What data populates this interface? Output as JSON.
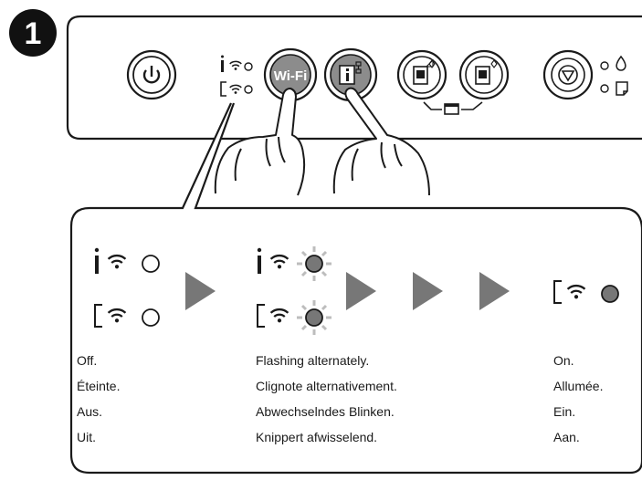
{
  "step": {
    "number": "1"
  },
  "panel": {
    "wifi_button_label": "Wi-Fi",
    "colors": {
      "button_gray": "#8c8c8c",
      "light_off": "#ffffff",
      "light_on": "#777777",
      "outline": "#1a1a1a"
    }
  },
  "states": {
    "off": {
      "lines": [
        "Off.",
        "Éteinte.",
        "Aus.",
        "Uit."
      ]
    },
    "flashing": {
      "lines": [
        "Flashing alternately.",
        "Clignote alternativement.",
        "Abwechselndes Blinken.",
        "Knippert afwisselend."
      ]
    },
    "on": {
      "lines": [
        "On.",
        "Allumée.",
        "Ein.",
        "Aan."
      ]
    }
  },
  "icons": [
    "power-icon",
    "wifi-icon",
    "wifi-direct-icon",
    "info-network-icon",
    "copy-bw-icon",
    "copy-color-icon",
    "stop-icon",
    "ink-drop-icon",
    "paper-icon",
    "arrow-right-icon",
    "hand-pointer-icon"
  ]
}
